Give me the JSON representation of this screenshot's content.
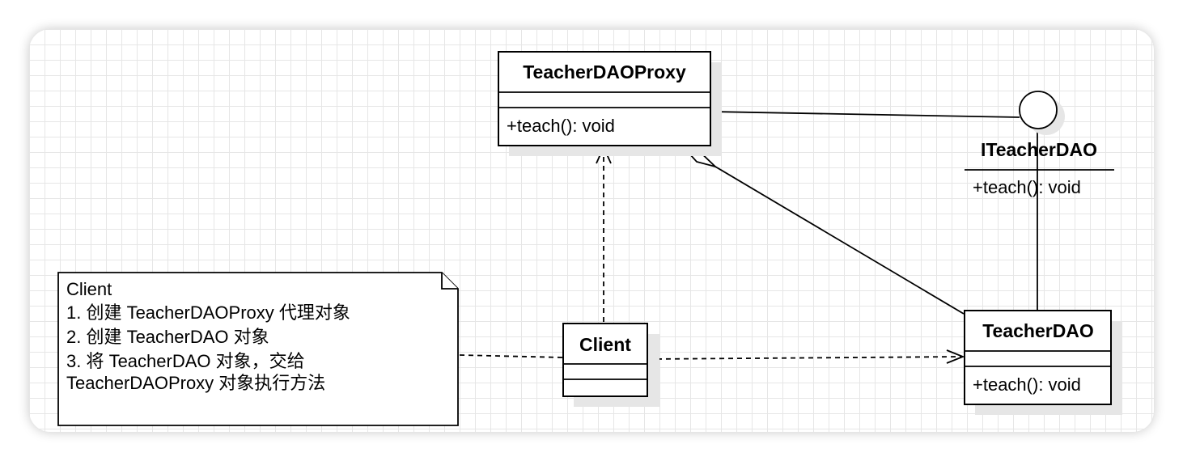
{
  "proxy_class": {
    "name": "TeacherDAOProxy",
    "method": "+teach(): void"
  },
  "interface": {
    "name": "ITeacherDAO",
    "method": "+teach(): void"
  },
  "client_class": {
    "name": "Client"
  },
  "target_class": {
    "name": "TeacherDAO",
    "method": "+teach(): void"
  },
  "note": {
    "lines": [
      "Client",
      "1. 创建 TeacherDAOProxy 代理对象",
      "2. 创建 TeacherDAO 对象",
      "3. 将 TeacherDAO 对象，交给",
      "TeacherDAOProxy 对象执行方法"
    ]
  }
}
